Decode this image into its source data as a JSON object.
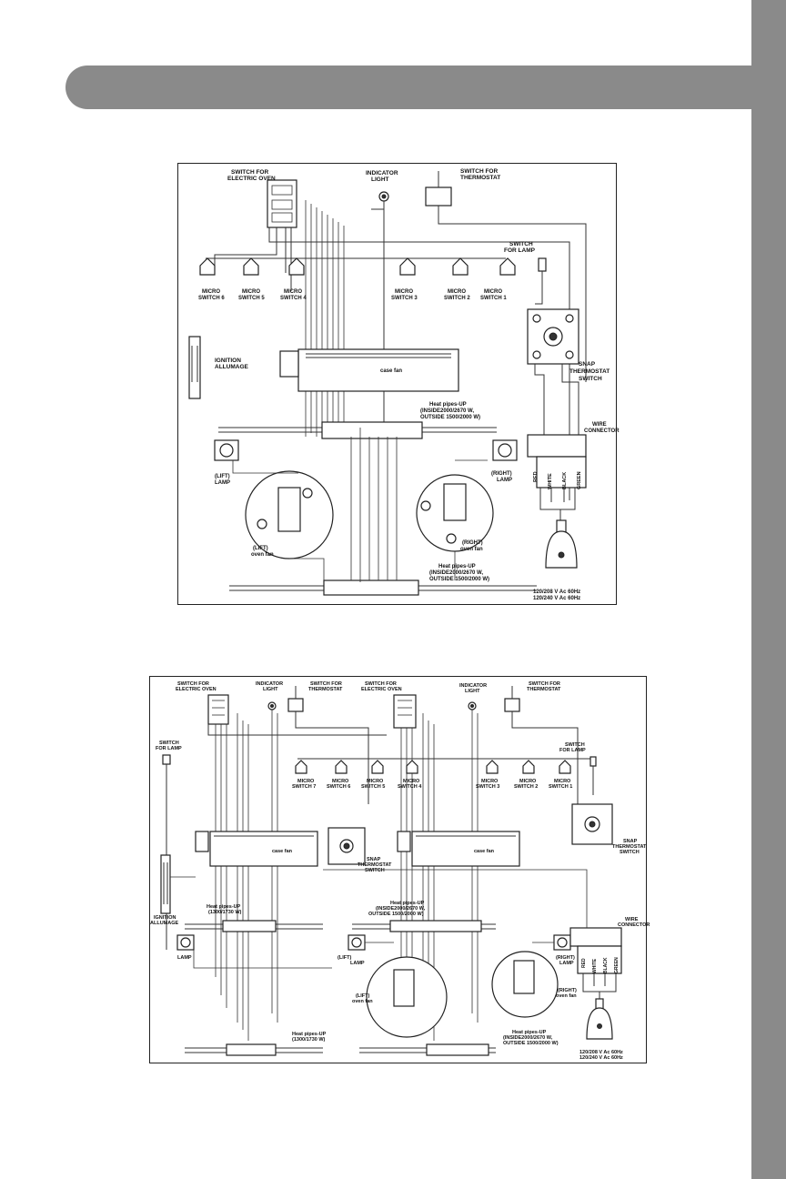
{
  "colors": {
    "tab_gray": "#8a8a8a",
    "line": "#333333",
    "background": "#ffffff"
  },
  "diagram1": {
    "labels": {
      "switch_oven_1": "SWITCH FOR",
      "switch_oven_2": "ELECTRIC OVEN",
      "indicator_1": "INDICATOR",
      "indicator_2": "LIGHT",
      "switch_thermo_1": "SWITCH FOR",
      "switch_thermo_2": "THERMOSTAT",
      "switch_lamp_1": "SWITCH",
      "switch_lamp_2": "FOR LAMP",
      "micro6_1": "MICRO",
      "micro6_2": "SWITCH 6",
      "micro5_1": "MICRO",
      "micro5_2": "SWITCH 5",
      "micro4_1": "MICRO",
      "micro4_2": "SWITCH 4",
      "micro3_1": "MICRO",
      "micro3_2": "SWITCH 3",
      "micro2_1": "MICRO",
      "micro2_2": "SWITCH 2",
      "micro1_1": "MICRO",
      "micro1_2": "SWITCH 1",
      "ignition_1": "IGNITION",
      "ignition_2": "ALLUMAGE",
      "case_fan": "case fan",
      "snap_1": "SNAP",
      "snap_2": "THERMOSTAT",
      "snap_3": "SWITCH",
      "heat_top_1": "Heat pipes-UP",
      "heat_top_2": "(INSIDE2000/2670 W,",
      "heat_top_3": "OUTSIDE 1500/2000 W)",
      "wire_1": "WIRE",
      "wire_2": "CONNECTOR",
      "lift_lamp_1": "(LIFT)",
      "lift_lamp_2": "LAMP",
      "right_lamp_1": "(RIGHT)",
      "right_lamp_2": "LAMP",
      "red": "RED",
      "white": "WHITE",
      "black": "BLACK",
      "green": "GREEN",
      "lift_fan_1": "(LIFT)",
      "lift_fan_2": "oven fan",
      "right_fan_1": "(RIGHT)",
      "right_fan_2": "oven fan",
      "heat_bot_1": "Heat pipes-UP",
      "heat_bot_2": "(INSIDE2000/2670 W,",
      "heat_bot_3": "OUTSIDE 1500/2000 W)",
      "volt_1": "120/208 V Ac 60Hz",
      "volt_2": "120/240 V Ac 60Hz"
    }
  },
  "diagram2": {
    "labels": {
      "switch_oven_l1": "SWITCH FOR",
      "switch_oven_l2": "ELECTRIC OVEN",
      "indicator_l1": "INDICATOR",
      "indicator_l2": "LIGHT",
      "switch_thermo_l1": "SWITCH FOR",
      "switch_thermo_l2": "THERMOSTAT",
      "switch_oven_r1": "SWITCH FOR",
      "switch_oven_r2": "ELECTRIC OVEN",
      "indicator_r1": "INDICATOR",
      "indicator_r2": "LIGHT",
      "switch_thermo_r1": "SWITCH FOR",
      "switch_thermo_r2": "THERMOSTAT",
      "switch_lamp_l1": "SWITCH",
      "switch_lamp_l2": "FOR LAMP",
      "switch_lamp_r1": "SWITCH",
      "switch_lamp_r2": "FOR LAMP",
      "micro7_1": "MICRO",
      "micro7_2": "SWITCH 7",
      "micro6_1": "MICRO",
      "micro6_2": "SWITCH 6",
      "micro5_1": "MICRO",
      "micro5_2": "SWITCH 5",
      "micro4_1": "MICRO",
      "micro4_2": "SWITCH 4",
      "micro3_1": "MICRO",
      "micro3_2": "SWITCH 3",
      "micro2_1": "MICRO",
      "micro2_2": "SWITCH 2",
      "micro1_1": "MICRO",
      "micro1_2": "SWITCH 1",
      "case_fan_l": "case fan",
      "case_fan_r": "case fan",
      "snap_c1": "SNAP",
      "snap_c2": "THERMOSTAT",
      "snap_c3": "SWITCH",
      "snap_r1": "SNAP",
      "snap_r2": "THERMOSTAT",
      "snap_r3": "SWITCH",
      "ignition_1": "IGNITION",
      "ignition_2": "ALLUMAGE",
      "lamp": "LAMP",
      "heat_l_1": "Heat pipes-UP",
      "heat_l_2": "(1300/1730 W)",
      "heat_c_1": "Heat pipes-UP",
      "heat_c_2": "(INSIDE2000/2670 W,",
      "heat_c_3": "OUTSIDE 1500/2000 W)",
      "wire_1": "WIRE",
      "wire_2": "CONNECTOR",
      "lift_lamp_1": "(LIFT)",
      "lift_lamp_2": "LAMP",
      "right_lamp_1": "(RIGHT)",
      "right_lamp_2": "LAMP",
      "red": "RED",
      "white": "WHITE",
      "black": "BLACK",
      "green": "GREEN",
      "lift_fan_1": "(LIFT)",
      "lift_fan_2": "oven fan",
      "right_fan_1": "(RIGHT)",
      "right_fan_2": "oven fan",
      "heat_bl_1": "Heat pipes-UP",
      "heat_bl_2": "(1300/1730 W)",
      "heat_br_1": "Heat pipes-UP",
      "heat_br_2": "(INSIDE2000/2670 W,",
      "heat_br_3": "OUTSIDE 1500/2000 W)",
      "volt_1": "120/208 V Ac 60Hz",
      "volt_2": "120/240 V Ac 60Hz"
    }
  }
}
